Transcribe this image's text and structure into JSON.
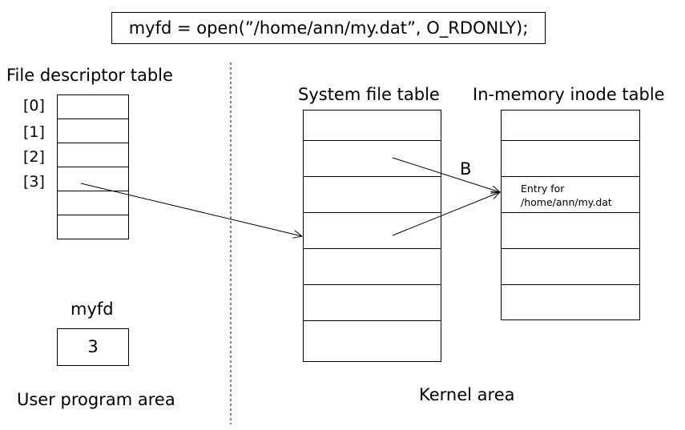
{
  "code": "myfd = open(”/home/ann/my.dat”, O_RDONLY);",
  "fd_table": {
    "title": "File descriptor table",
    "indices": [
      "[0]",
      "[1]",
      "[2]",
      "[3]"
    ]
  },
  "system_file_table": {
    "title": "System file table"
  },
  "inode_table": {
    "title": "In-memory inode table",
    "entry_line1": "Entry for",
    "entry_line2": "/home/ann/my.dat"
  },
  "arrow_label": "B",
  "myfd": {
    "label": "myfd",
    "value": "3"
  },
  "areas": {
    "user": "User program area",
    "kernel": "Kernel area"
  }
}
